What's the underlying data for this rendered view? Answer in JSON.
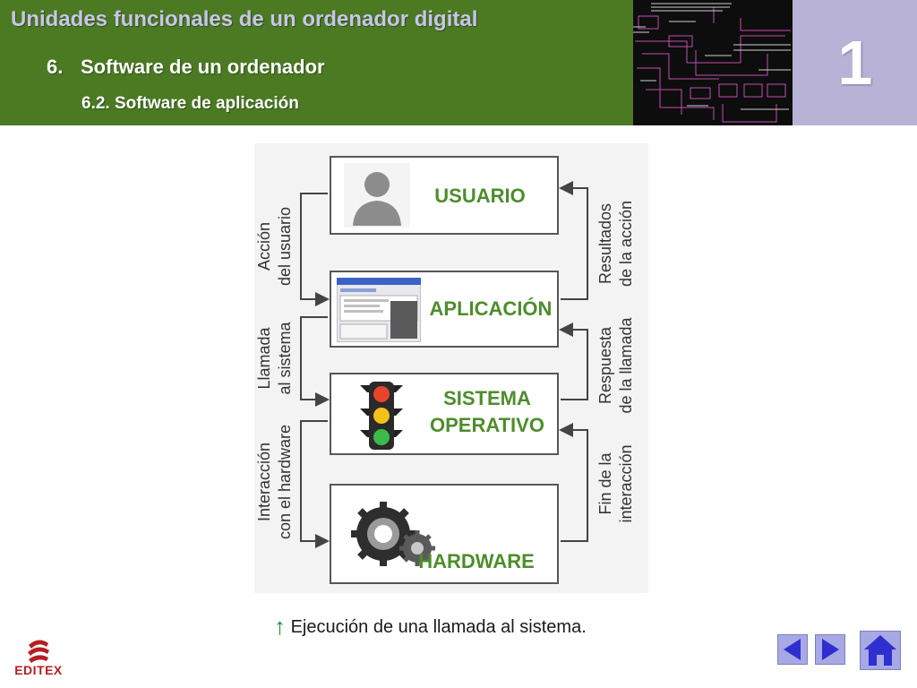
{
  "header": {
    "title": "Unidades funcionales de un ordenador digital",
    "section_number": "6.",
    "section_title": "Software de un ordenador",
    "subsection": "6.2. Software de aplicación",
    "chapter_number": "1"
  },
  "diagram": {
    "boxes": [
      {
        "label": "USUARIO",
        "icon": "user-silhouette-icon"
      },
      {
        "label": "APLICACIÓN",
        "icon": "application-window-icon"
      },
      {
        "label_line1": "SISTEMA",
        "label_line2": "OPERATIVO",
        "icon": "traffic-light-icon"
      },
      {
        "label": "HARDWARE",
        "icon": "gears-icon"
      }
    ],
    "left_labels": [
      {
        "line1": "Acción",
        "line2": "del usuario"
      },
      {
        "line1": "Llamada",
        "line2": "al sistema"
      },
      {
        "line1": "Interacción",
        "line2": "con el hardware"
      }
    ],
    "right_labels": [
      {
        "line1": "Resultados",
        "line2": "de la acción"
      },
      {
        "line1": "Respuesta",
        "line2": "de la llamada"
      },
      {
        "line1": "Fin de la",
        "line2": "interacción"
      }
    ],
    "colors": {
      "label_green": "#4e8d2c",
      "arrow": "#444444",
      "traffic_red": "#e8442b",
      "traffic_yellow": "#f2c21a",
      "traffic_green": "#3dbb4a"
    }
  },
  "caption": {
    "arrow": "↑",
    "text": "Ejecución de una llamada al sistema."
  },
  "footer": {
    "logo_text": "EDITEX",
    "prev_icon": "triangle-left-icon",
    "next_icon": "triangle-right-icon",
    "home_icon": "home-icon"
  },
  "colors": {
    "header_green": "#4b7a23",
    "header_lavender": "#b8b3d6",
    "title_lavender": "#c9c4ea",
    "nav_blue": "#a7a8e4",
    "logo_red": "#b51e23"
  }
}
